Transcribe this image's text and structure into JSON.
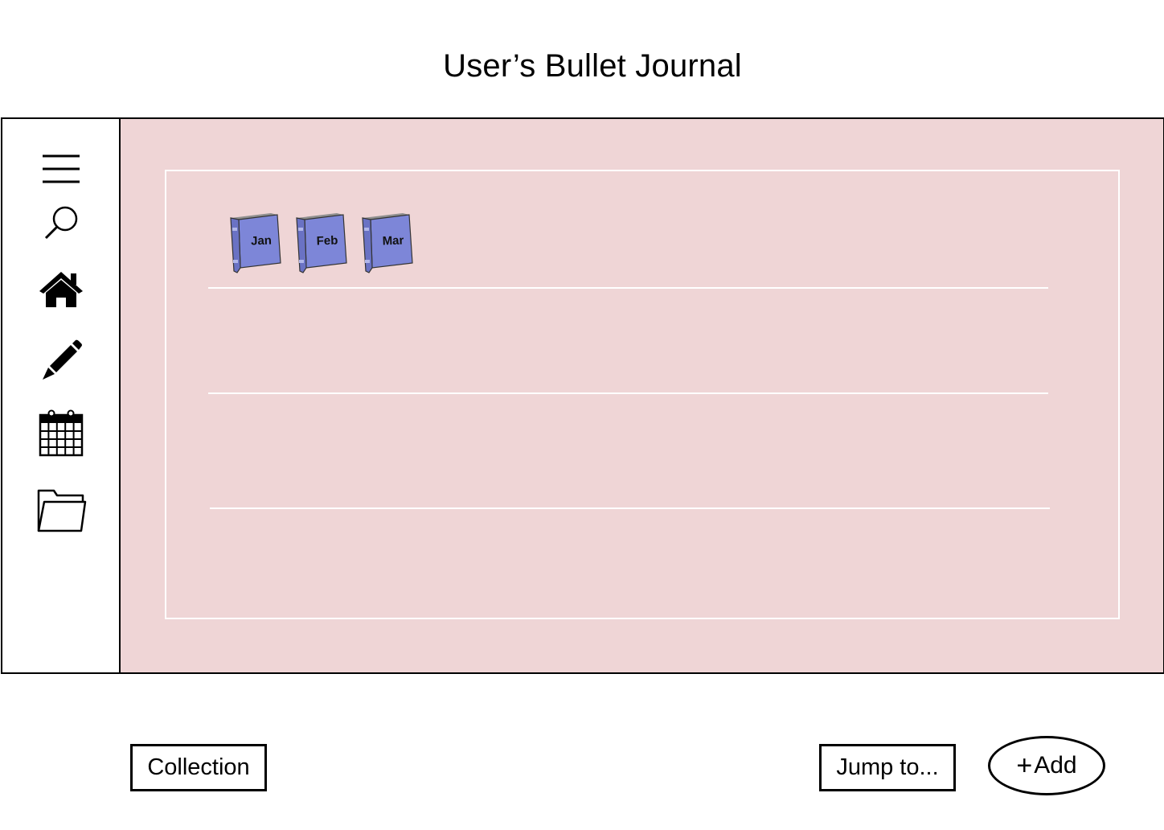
{
  "app": {
    "title": "User’s Bullet Journal"
  },
  "sidebar": {
    "items": [
      {
        "icon": "menu-icon"
      },
      {
        "icon": "search-icon"
      },
      {
        "icon": "home-icon"
      },
      {
        "icon": "pencil-icon"
      },
      {
        "icon": "calendar-icon"
      },
      {
        "icon": "folder-icon"
      }
    ]
  },
  "shelf": {
    "background": "#efd5d6",
    "book_color": "#7d86d8",
    "books": [
      {
        "label": "Jan"
      },
      {
        "label": "Feb"
      },
      {
        "label": "Mar"
      }
    ]
  },
  "footer": {
    "collection_label": "Collection",
    "jump_label": "Jump to...",
    "add_symbol": "+",
    "add_label": "Add"
  }
}
